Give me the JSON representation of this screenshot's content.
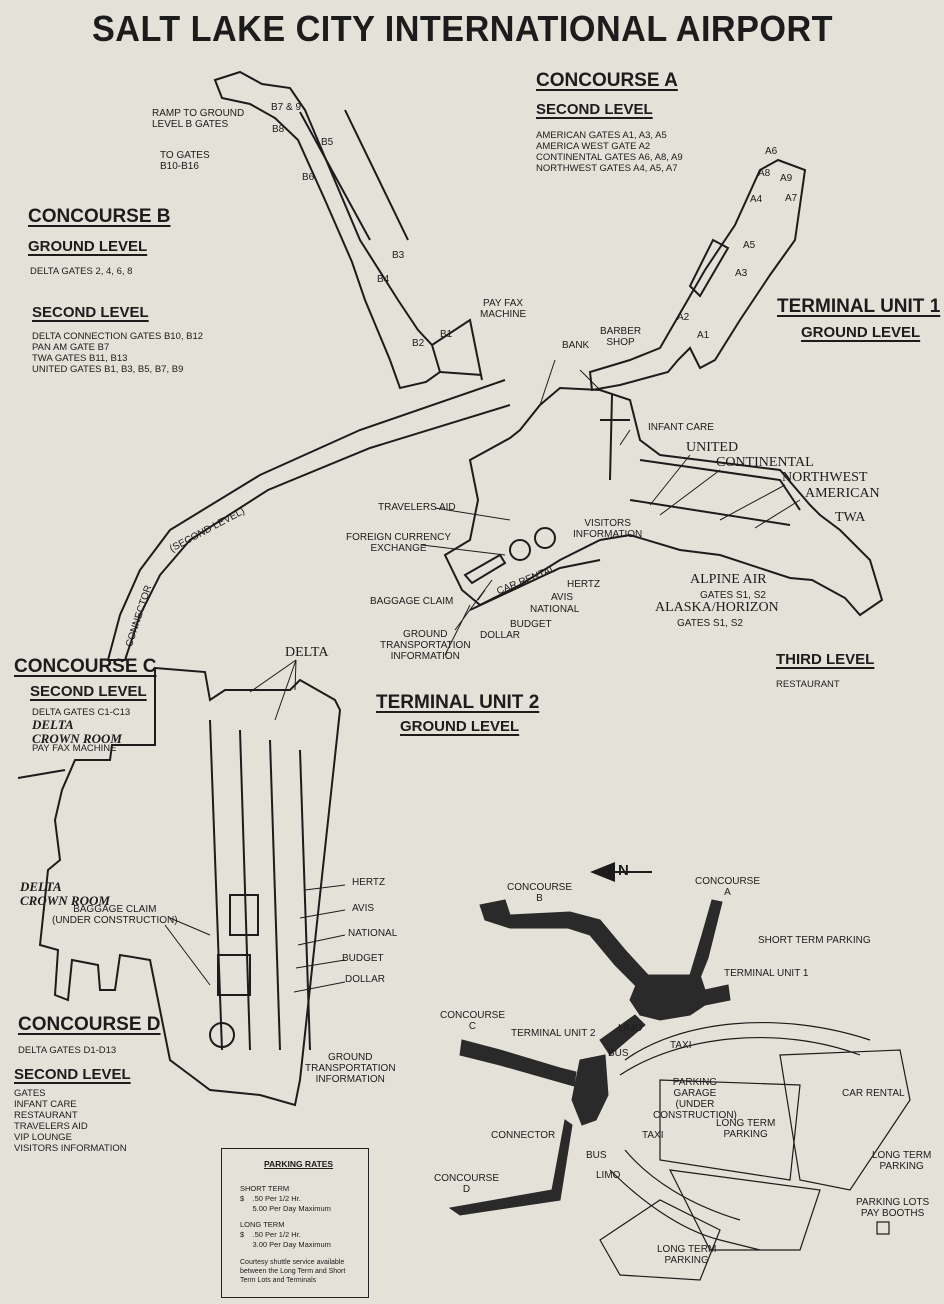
{
  "title": "SALT LAKE CITY INTERNATIONAL AIRPORT",
  "concourse_a": {
    "heading": "CONCOURSE A",
    "level": "SECOND LEVEL",
    "lines": [
      "AMERICAN GATES A1, A3, A5",
      "AMERICA WEST GATE A2",
      "CONTINENTAL GATES A6, A8, A9",
      "NORTHWEST GATES A4, A5, A7"
    ]
  },
  "concourse_b": {
    "heading": "CONCOURSE B",
    "ground": "GROUND LEVEL",
    "ground_lines": [
      "DELTA GATES 2, 4, 6, 8"
    ],
    "second": "SECOND LEVEL",
    "second_lines": [
      "DELTA CONNECTION GATES B10, B12",
      "PAN AM GATE B7",
      "TWA GATES B11, B13",
      "UNITED GATES B1, B3, B5, B7, B9"
    ]
  },
  "concourse_c": {
    "heading": "CONCOURSE C",
    "level": "SECOND LEVEL",
    "line1": "DELTA GATES C1-C13",
    "italic": "DELTA CROWN ROOM",
    "line3": "PAY FAX MACHINE"
  },
  "concourse_d": {
    "heading": "CONCOURSE D",
    "line1": "DELTA GATES D1-D13",
    "level": "SECOND LEVEL",
    "lines": [
      "GATES",
      "INFANT CARE",
      "RESTAURANT",
      "TRAVELERS AID",
      "VIP LOUNGE",
      "VISITORS INFORMATION"
    ]
  },
  "terminal_1": {
    "heading": "TERMINAL UNIT 1",
    "level": "GROUND LEVEL",
    "third": "THIRD LEVEL",
    "third_line": "RESTAURANT"
  },
  "terminal_2": {
    "heading": "TERMINAL UNIT 2",
    "level": "GROUND LEVEL"
  },
  "labels_b": {
    "ramp": "RAMP TO GROUND\nLEVEL B GATES",
    "to_gates": "TO GATES\nB10-B16",
    "b79": "B7 & 9",
    "b8": "B8",
    "b5": "B5",
    "b6": "B6",
    "b3": "B3",
    "b4": "B4",
    "b1": "B1",
    "b2": "B2",
    "pay_fax": "PAY FAX\nMACHINE"
  },
  "labels_a": {
    "a6": "A6",
    "a8": "A8",
    "a9": "A9",
    "a4": "A4",
    "a7": "A7",
    "a5": "A5",
    "a3": "A3",
    "a2": "A2",
    "a1": "A1"
  },
  "labels_t1": {
    "bank": "BANK",
    "barber": "BARBER\nSHOP",
    "infant": "INFANT CARE",
    "united": "UNITED",
    "continental": "CONTINENTAL",
    "northwest": "NORTHWEST",
    "american": "AMERICAN",
    "twa": "TWA",
    "travelers_aid": "TRAVELERS AID",
    "foreign": "FOREIGN CURRENCY\nEXCHANGE",
    "visitors": "VISITORS\nINFORMATION",
    "car_rental": "CAR RENTAL",
    "hertz": "HERTZ",
    "avis": "AVIS",
    "national": "NATIONAL",
    "budget": "BUDGET",
    "dollar": "DOLLAR",
    "baggage": "BAGGAGE CLAIM",
    "ground_transport": "GROUND\nTRANSPORTATION\nINFORMATION",
    "alpine": "ALPINE AIR",
    "alpine_gates": "GATES S1, S2",
    "alaska": "ALASKA/HORIZON",
    "alaska_gates": "GATES S1, S2"
  },
  "labels_connector": {
    "second_level": "(SECOND LEVEL)",
    "connector": "CONNECTOR"
  },
  "labels_t2": {
    "delta": "DELTA",
    "crown": "DELTA\nCROWN ROOM",
    "baggage": "BAGGAGE CLAIM\n(UNDER CONSTRUCTION)",
    "hertz": "HERTZ",
    "avis": "AVIS",
    "national": "NATIONAL",
    "budget": "BUDGET",
    "dollar": "DOLLAR",
    "ground_transport": "GROUND\nTRANSPORTATION\nINFORMATION"
  },
  "site_map": {
    "north": "N",
    "concourse_b": "CONCOURSE\nB",
    "concourse_a": "CONCOURSE\nA",
    "short_term": "SHORT TERM PARKING",
    "terminal1": "TERMINAL UNIT 1",
    "concourse_c": "CONCOURSE\nC",
    "terminal2": "TERMINAL UNIT 2",
    "limo": "LIMO",
    "taxi": "TAXI",
    "bus": "BUS",
    "garage": "PARKING\nGARAGE\n(UNDER\nCONSTRUCTION)",
    "car_rental": "CAR RENTAL",
    "long_term1": "LONG TERM\nPARKING",
    "long_term2": "LONG TERM\nPARKING",
    "connector": "CONNECTOR",
    "taxi2": "TAXI",
    "bus2": "BUS",
    "limo2": "LIMO",
    "concourse_d": "CONCOURSE\nD",
    "pay_booths": "PARKING LOTS\nPAY BOOTHS",
    "long_term3": "LONG TERM\nPARKING"
  },
  "parking_rates": {
    "title": "PARKING RATES",
    "short": "SHORT TERM\n$    .50 Per 1/2 Hr.\n      5.00 Per Day Maximum",
    "long": "LONG TERM\n$    .50 Per 1/2 Hr.\n      3.00 Per Day Maximum",
    "note": "Courtesy shuttle service available\nbetween the Long Term and Short\nTerm Lots and Terminals"
  },
  "colors": {
    "paper": "#e4e1d8",
    "ink": "#1c1c1c",
    "fill": "#2a2a2a"
  }
}
